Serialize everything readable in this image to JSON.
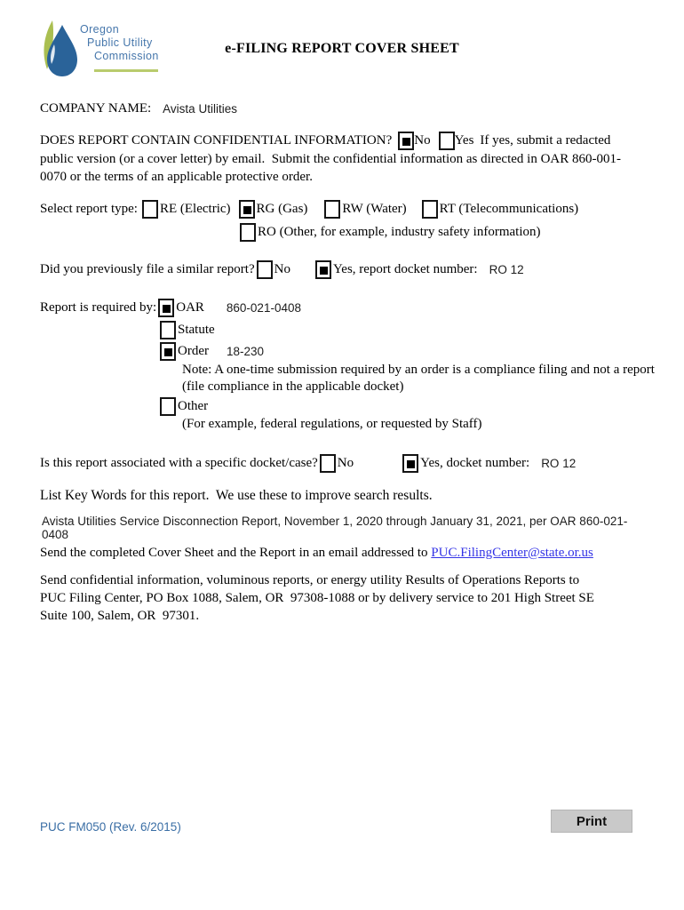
{
  "colors": {
    "logo_blue": "#2a6399",
    "logo_leaf_green": "#aabf51",
    "logo_text_blue": "#4576ab",
    "logo_underline_green": "#b9cb6d",
    "link_blue": "#3333e6",
    "footer_blue": "#3a6ea5",
    "button_gray": "#c9c9c9",
    "checkbox_fill": "#000000"
  },
  "logo": {
    "line1": "Oregon",
    "line2": "Public Utility",
    "line3": "Commission"
  },
  "title": "e-FILING REPORT COVER SHEET",
  "company": {
    "label": "COMPANY NAME:",
    "value": "Avista Utilities"
  },
  "confidential": {
    "question": "DOES REPORT CONTAIN CONFIDENTIAL INFORMATION?",
    "no_label": "No",
    "yes_label": "Yes",
    "no_checked": true,
    "yes_checked": false,
    "line1_suffix": "If yes, submit a redacted",
    "line2": "public version (or a cover letter) by email.  Submit the confidential information as directed in OAR 860-001-",
    "line3": "0070 or the terms of an applicable protective order."
  },
  "report_type": {
    "label": "Select report type:",
    "options": [
      {
        "label": "RE (Electric)",
        "checked": false
      },
      {
        "label": "RG (Gas)",
        "checked": true
      },
      {
        "label": "RW (Water)",
        "checked": false
      },
      {
        "label": "RT (Telecommunications)",
        "checked": false
      },
      {
        "label": "RO (Other, for example, industry safety information)",
        "checked": false
      }
    ]
  },
  "previous_report": {
    "question": "Did you previously file a similar report?",
    "no_label": "No",
    "yes_label": "Yes, report docket number:",
    "no_checked": false,
    "yes_checked": true,
    "docket_value": "RO 12"
  },
  "required_by": {
    "label": "Report is required by:",
    "oar": {
      "label": "OAR",
      "checked": true,
      "value": "860-021-0408"
    },
    "statute": {
      "label": "Statute",
      "checked": false
    },
    "order": {
      "label": "Order",
      "checked": true,
      "value": "18-230"
    },
    "note_line1": "Note: A one-time submission required by an order is a compliance filing and not a report",
    "note_line2": "(file compliance in the applicable docket)",
    "other": {
      "label": "Other",
      "checked": false
    },
    "other_note": "(For example, federal regulations, or requested by Staff)"
  },
  "docket_case": {
    "question": "Is this report associated with a specific docket/case?",
    "no_label": "No",
    "yes_label": "Yes, docket number:",
    "no_checked": false,
    "yes_checked": true,
    "docket_value": "RO 12"
  },
  "keywords": {
    "label": "List Key Words for this report.  We use these to improve search results.",
    "value": "Avista Utilities Service Disconnection Report, November 1, 2020 through January 31, 2021, per OAR 860-021-0408"
  },
  "email_line": {
    "prefix": "Send the completed Cover Sheet and the Report in an email addressed to ",
    "link": "PUC.FilingCenter@state.or.us"
  },
  "mail_paragraph": {
    "line1": "Send confidential information, voluminous reports, or energy utility Results of Operations Reports to",
    "line2": "PUC Filing Center, PO Box 1088, Salem, OR  97308-1088 or by delivery service to 201 High Street SE",
    "line3": "Suite 100, Salem, OR  97301."
  },
  "footer": {
    "form_id": "PUC FM050 (Rev. 6/2015)",
    "print_label": "Print"
  }
}
